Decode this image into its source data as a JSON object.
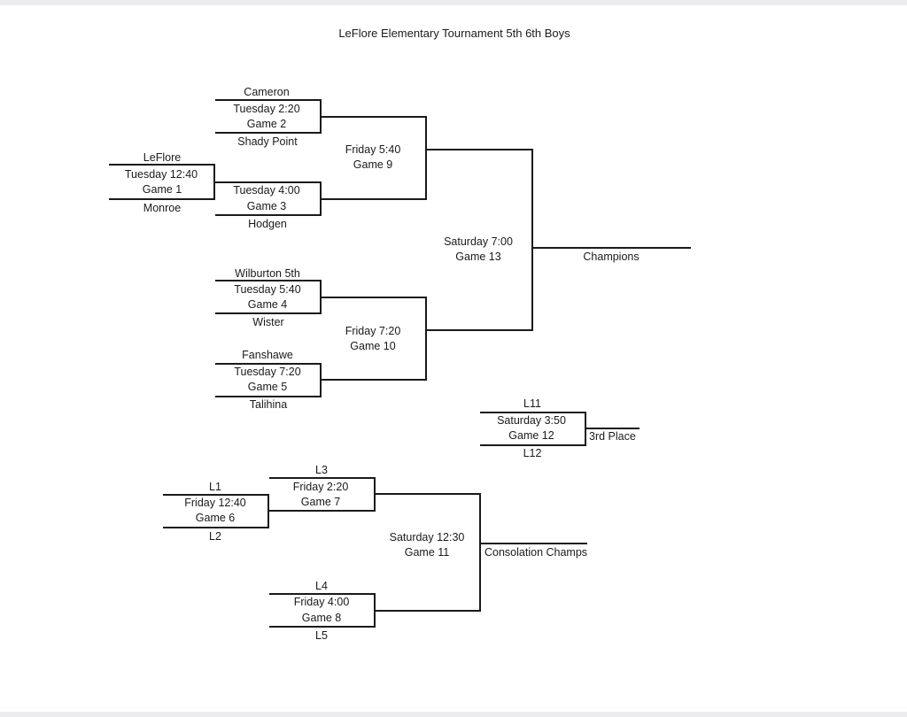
{
  "title": "LeFlore Elementary Tournament 5th 6th Boys",
  "games": {
    "g1": {
      "top": "LeFlore",
      "time": "Tuesday 12:40",
      "game": "Game 1",
      "bottom": "Monroe"
    },
    "g2": {
      "top": "Cameron",
      "time": "Tuesday 2:20",
      "game": "Game 2",
      "bottom": "Shady Point"
    },
    "g3": {
      "time": "Tuesday 4:00",
      "game": "Game 3",
      "bottom": "Hodgen"
    },
    "g4": {
      "top": "Wilburton 5th",
      "time": "Tuesday 5:40",
      "game": "Game 4",
      "bottom": "Wister"
    },
    "g5": {
      "top": "Fanshawe",
      "time": "Tuesday 7:20",
      "game": "Game 5",
      "bottom": "Talihina"
    },
    "g6": {
      "top": "L1",
      "time": "Friday 12:40",
      "game": "Game 6",
      "bottom": "L2"
    },
    "g7": {
      "top": "L3",
      "time": "Friday 2:20",
      "game": "Game 7"
    },
    "g8": {
      "top": "L4",
      "time": "Friday 4:00",
      "game": "Game 8",
      "bottom": "L5"
    },
    "g9": {
      "time": "Friday 5:40",
      "game": "Game 9"
    },
    "g10": {
      "time": "Friday 7:20",
      "game": "Game 10"
    },
    "g11": {
      "time": "Saturday 12:30",
      "game": "Game 11"
    },
    "g12": {
      "top": "L11",
      "time": "Saturday 3:50",
      "game": "Game 12",
      "bottom": "L12"
    },
    "g13": {
      "time": "Saturday 7:00",
      "game": "Game 13"
    }
  },
  "results": {
    "champions": "Champions",
    "third_place": "3rd Place",
    "consolation": "Consolation Champs"
  }
}
